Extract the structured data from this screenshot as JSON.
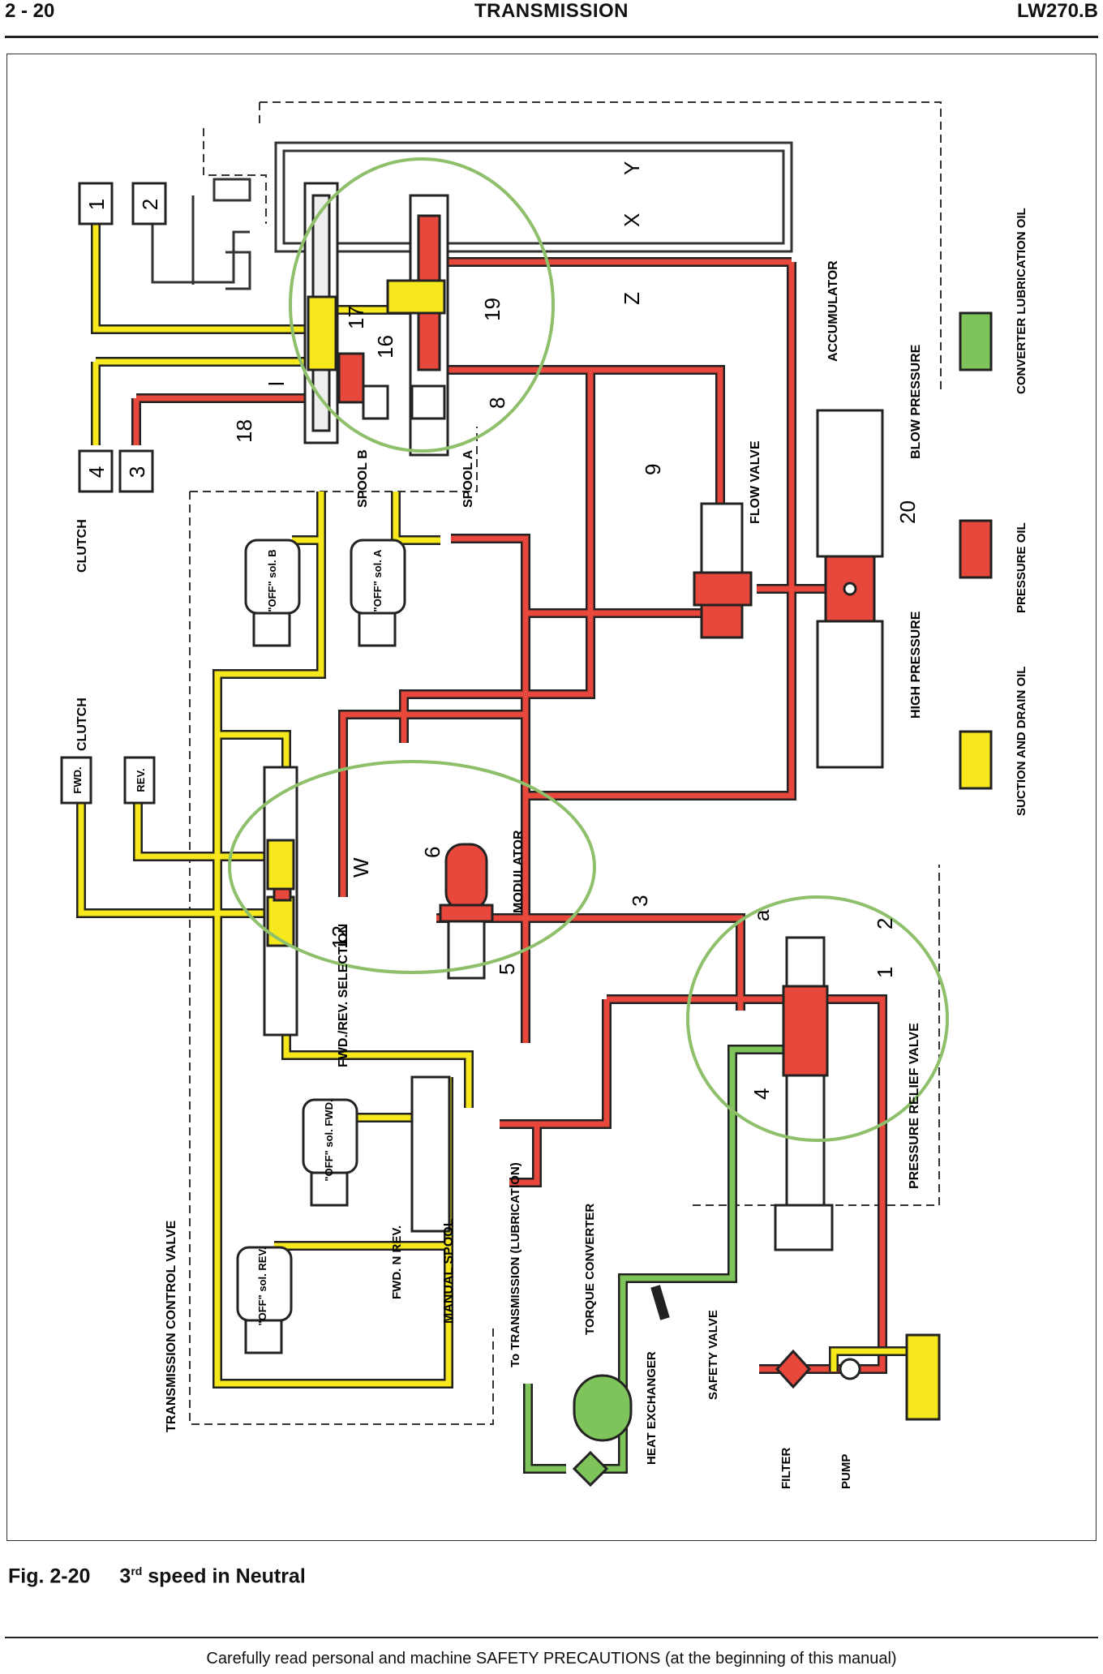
{
  "header": {
    "page_number": "2 - 20",
    "section": "TRANSMISSION",
    "model": "LW270.B"
  },
  "diagram": {
    "labels": {
      "clutch_top": "CLUTCH",
      "clutch_fwd": "CLUTCH",
      "box_1": "1",
      "box_2": "2",
      "box_3": "3",
      "box_4": "4",
      "fwd": "FWD.",
      "rev": "REV.",
      "spool_b": "SPOOL B",
      "spool_a": "SPOOL A",
      "sol_b": "\"OFF\" sol. B",
      "sol_a": "\"OFF\" sol. A",
      "sol_fwd": "\"OFF\" sol. FWD.",
      "sol_rev": "\"OFF\" sol. REV.",
      "transmission_control_valve": "TRANSMISSION CONTROL VALVE",
      "fwd_rev_selection": "FWD./REV. SELECTION",
      "manual_spool": "MANUAL SPOOL",
      "fwd_n_rev": "FWD. N REV.",
      "modulator": "MODULATOR",
      "flow_valve": "FLOW VALVE",
      "accumulator": "ACCUMULATOR",
      "blow_pressure": "BLOW PRESSURE",
      "high_pressure": "HIGH PRESSURE",
      "pressure_relief_valve": "PRESSURE RELIEF VALVE",
      "to_transmission": "To TRANSMISSION (LUBRICATION)",
      "torque_converter": "TORQUE CONVERTER",
      "heat_exchanger": "HEAT EXCHANGER",
      "safety_valve": "SAFETY VALVE",
      "filter": "FILTER",
      "pump": "PUMP",
      "x": "X",
      "y": "Y",
      "z": "Z",
      "w": "W",
      "n1": "1",
      "n2": "2",
      "n3": "3",
      "n4": "4",
      "n5": "5",
      "n6": "6",
      "n8": "8",
      "n9": "9",
      "n12": "12",
      "n16": "16",
      "n17": "17",
      "n18": "18",
      "n19": "19",
      "n20": "20",
      "na": "a",
      "nl": "l"
    },
    "legend": [
      {
        "label": "CONVERTER LUBRICATION OIL",
        "color": "#7fc45a"
      },
      {
        "label": "PRESSURE OIL",
        "color": "#e8473b"
      },
      {
        "label": "SUCTION AND DRAIN OIL",
        "color": "#f6e81c"
      }
    ],
    "colors": {
      "pressure": "#e8473b",
      "suction": "#f6e81c",
      "lubrication": "#7fc45a",
      "highlight": "#8ebf6a"
    }
  },
  "caption": {
    "figure": "Fig. 2-20",
    "ordinal": "3",
    "ordinal_suffix": "rd",
    "title": "speed in Neutral"
  },
  "footer": "Carefully read personal and machine SAFETY PRECAUTIONS (at the beginning of this manual)"
}
